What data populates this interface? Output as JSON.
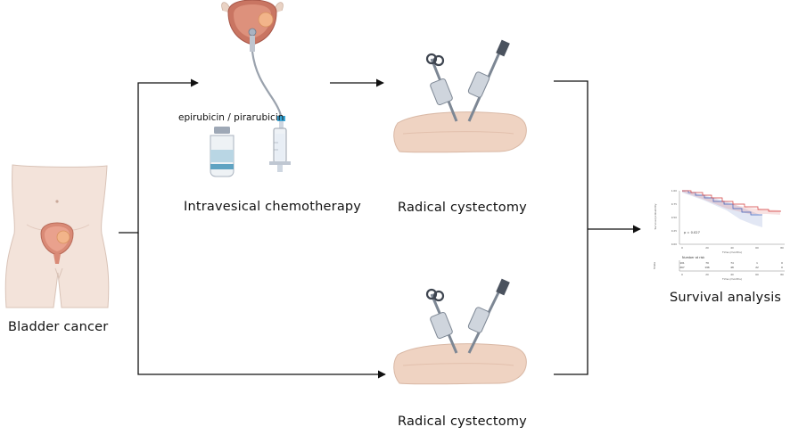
{
  "labels": {
    "bladder_cancer": "Bladder cancer",
    "drug_label": "epirubicin / pirarubicin",
    "intravesical": "Intravesical chemotherapy",
    "cystectomy_top": "Radical cystectomy",
    "cystectomy_bottom": "Radical cystectomy",
    "survival": "Survival analysis"
  },
  "km_plot": {
    "legend": "",
    "ylabel": "Survival probability",
    "xlabel": "Time (months)",
    "pvalue": "p = 0.027",
    "yticks": [
      "1.00",
      "0.75",
      "0.50",
      "0.25",
      "0.00"
    ],
    "xticks": [
      "0",
      "20",
      "40",
      "60",
      "80"
    ],
    "risk_title": "Number at risk",
    "risk_ylabel": "Strata",
    "risk_xlabel": "Time (months)",
    "risk_rows": [
      {
        "name": "",
        "color": "#3f5fb8",
        "values": [
          "101",
          "79",
          "74",
          "1",
          "0"
        ]
      },
      {
        "name": "",
        "color": "#d23a3a",
        "values": [
          "267",
          "196",
          "48",
          "22",
          "0"
        ]
      }
    ]
  },
  "colors": {
    "arrow": "#111111",
    "skin": "#f1ddd2",
    "skin_shade": "#e2c3b2",
    "bladder": "#d98a76",
    "tumor": "#f2b48a",
    "series_blue": "#3f5fb8",
    "series_red": "#d23a3a"
  }
}
